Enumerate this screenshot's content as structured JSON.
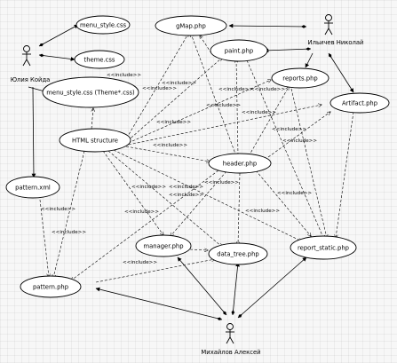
{
  "diagram": {
    "use_cases": [
      {
        "id": "menu_style",
        "label": "menu_style.css"
      },
      {
        "id": "gmap",
        "label": "gMap.php"
      },
      {
        "id": "theme",
        "label": "theme.css"
      },
      {
        "id": "paint",
        "label": "paint.php"
      },
      {
        "id": "reports",
        "label": "reports.php"
      },
      {
        "id": "artifact",
        "label": "Artifact.php"
      },
      {
        "id": "menu_style_theme",
        "label": "menu_style.css (Theme*.css)"
      },
      {
        "id": "html_structure",
        "label": "HTML structure"
      },
      {
        "id": "header",
        "label": "header.php"
      },
      {
        "id": "pattern_xml",
        "label": "pattern.xml"
      },
      {
        "id": "manager",
        "label": "manager.php"
      },
      {
        "id": "data_tree",
        "label": "data_tree.php"
      },
      {
        "id": "report_static",
        "label": "report_static.php"
      },
      {
        "id": "pattern_php",
        "label": "pattern.php"
      }
    ],
    "actors": [
      {
        "id": "yulia",
        "label": "Юлия Койда"
      },
      {
        "id": "nikolai",
        "label": "Ильичев Николай"
      },
      {
        "id": "aleksei",
        "label": "Михайлов Алексей"
      }
    ],
    "include_label": "<<include>>"
  }
}
